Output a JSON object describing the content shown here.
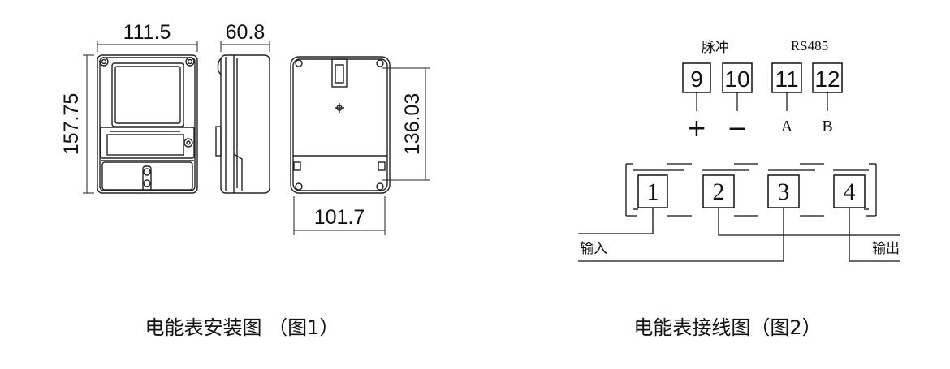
{
  "figure1": {
    "dim_width_front": "111.5",
    "dim_depth_side": "60.8",
    "dim_height_total": "157.75",
    "dim_height_mount": "136.03",
    "dim_width_mount": "101.7",
    "caption": "电能表安装图 （图1）"
  },
  "figure2": {
    "label_pulse": "脉冲",
    "label_rs485": "RS485",
    "aux_terminals": [
      {
        "number": "9",
        "sign": "+"
      },
      {
        "number": "10",
        "sign": "−"
      },
      {
        "number": "11",
        "sign": "A"
      },
      {
        "number": "12",
        "sign": "B"
      }
    ],
    "main_terminals": [
      "1",
      "2",
      "3",
      "4"
    ],
    "label_input": "输入",
    "label_output": "输出",
    "caption": "电能表接线图（图2）"
  }
}
